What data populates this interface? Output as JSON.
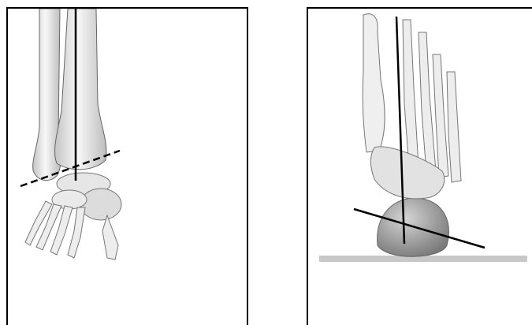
{
  "panels": [
    {
      "name": "anterior-view",
      "content": "ankle-skeleton-front",
      "lines": [
        "vertical-axis-solid",
        "joint-line-dashed"
      ],
      "colors": {
        "bone_light": "#f4f4f4",
        "bone_shade": "#b8b8b8",
        "outline": "#555555",
        "axis": "#000000"
      }
    },
    {
      "name": "posterior-heel-view",
      "content": "foot-skeleton-rear",
      "lines": [
        "vertical-axis-solid",
        "heel-axis-solid"
      ],
      "colors": {
        "bone_light": "#f0f0f0",
        "bone_shade": "#9a9a9a",
        "ground": "#c8c8c8",
        "axis": "#000000"
      }
    }
  ]
}
